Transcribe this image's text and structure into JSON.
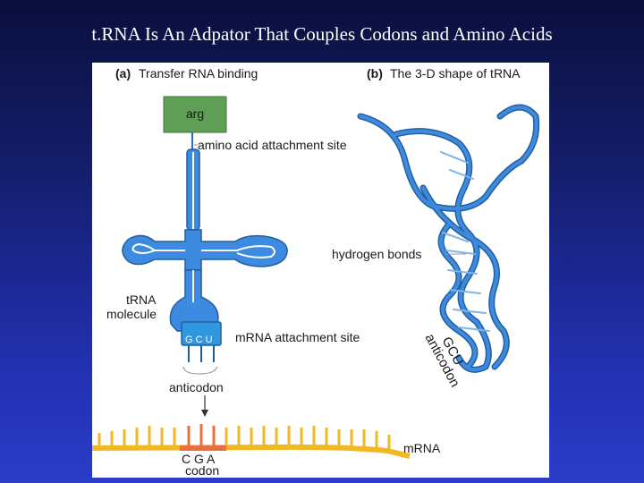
{
  "title": "t.RNA Is An Adpator That Couples Codons and Amino Acids",
  "panel_a": {
    "letter": "(a)",
    "title": "Transfer RNA binding"
  },
  "panel_b": {
    "letter": "(b)",
    "title": "The 3-D shape of tRNA"
  },
  "amino_acid": "arg",
  "labels": {
    "attachment_site": "amino acid attachment site",
    "hydrogen_bonds": "hydrogen bonds",
    "trna_line1": "tRNA",
    "trna_line2": "molecule",
    "mrna_attachment": "mRNA attachment site",
    "anticodon": "anticodon",
    "anticodon_bases": "G C U",
    "codon_bases": "C G A",
    "codon": "codon",
    "mrna": "mRNA",
    "anticodon_3d_bases": "GCU",
    "anticodon_3d": "anticodon"
  },
  "colors": {
    "trna": "#2b6fb8",
    "trna_fill": "#3d8be0",
    "amino_box": "#5e9e55",
    "mrna": "#f2b824",
    "codon": "#e8703a"
  }
}
